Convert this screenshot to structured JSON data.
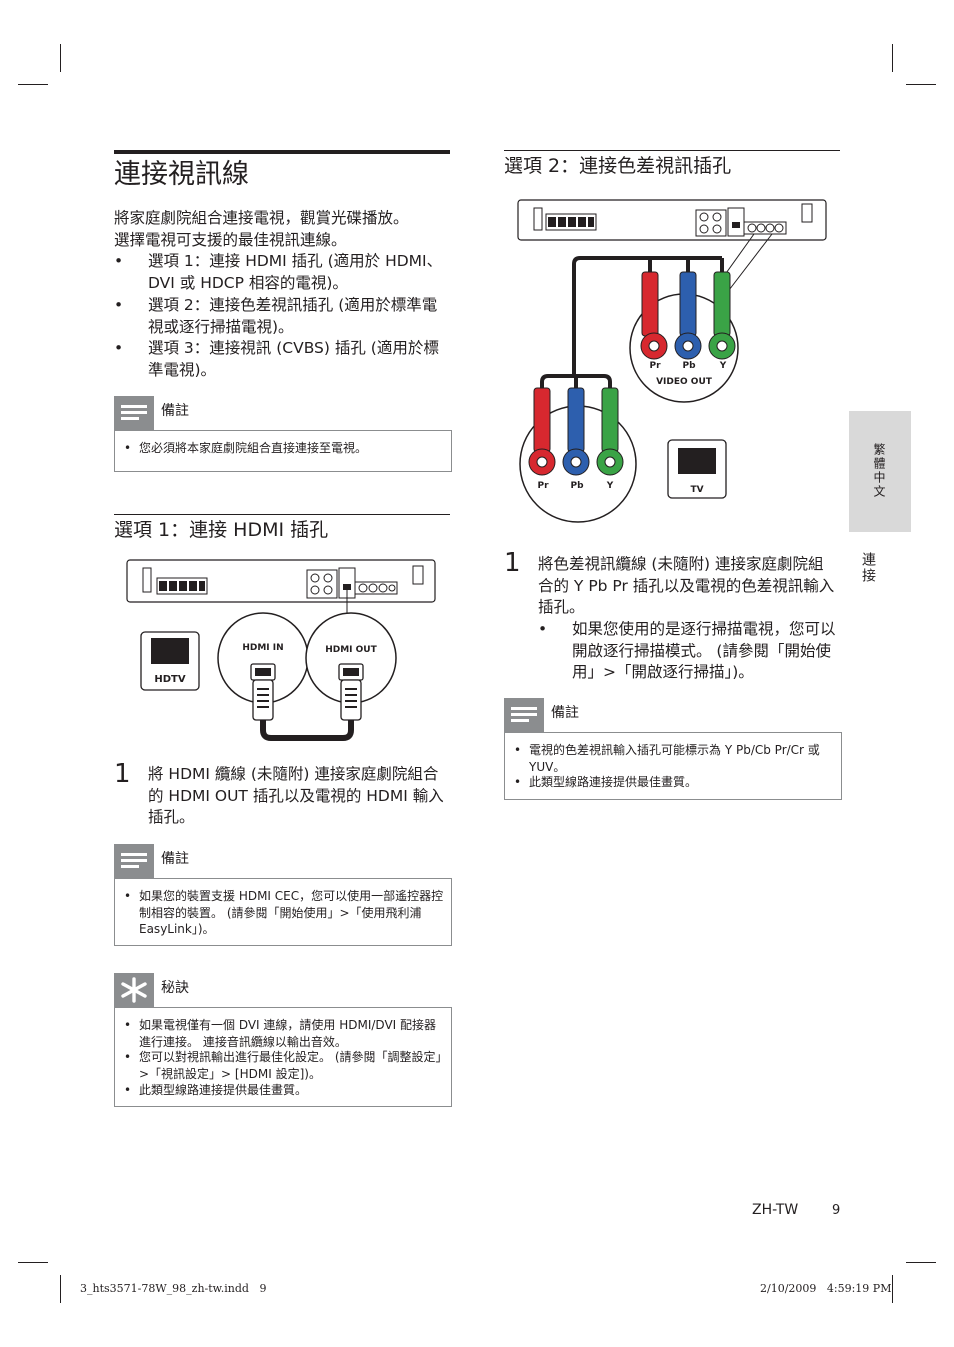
{
  "title": "連接視訊線",
  "intro": "將家庭劇院組合連接電視，觀賞光碟播放。 選擇電視可支援的最佳視訊連線。",
  "options": [
    "選項 1：連接 HDMI 插孔 (適用於 HDMI、DVI 或 HDCP 相容的電視)。",
    "選項 2：連接色差視訊插孔 (適用於標準電視或逐行掃描電視)。",
    "選項 3：連接視訊 (CVBS) 插孔 (適用於標準電視)。"
  ],
  "note_label": "備註",
  "tip_label": "秘訣",
  "note1": "您必須將本家庭劇院組合直接連接至電視。",
  "section1": {
    "heading": "選項 1：連接 HDMI 插孔",
    "diagram": {
      "tv_label": "HDTV",
      "in_label": "HDMI IN",
      "out_label": "HDMI OUT"
    },
    "step_number": "1",
    "step_text": "將 HDMI 纜線 (未隨附) 連接家庭劇院組合的 HDMI OUT 插孔以及電視的 HDMI 輸入插孔。",
    "note": "如果您的裝置支援 HDMI CEC，您可以使用一部遙控器控制相容的裝置。 (請參閱「開始使用」>「使用飛利浦 EasyLink」)。",
    "tips": [
      "如果電視僅有一個 DVI 連線，請使用 HDMI/DVI 配接器進行連接。 連接音訊纜線以輸出音效。",
      "您可以對視訊輸出進行最佳化設定。 (請參閱「調整設定」>「視訊設定」> [HDMI 設定])。",
      "此類型線路連接提供最佳畫質。"
    ]
  },
  "section2": {
    "heading": "選項 2：連接色差視訊插孔",
    "diagram": {
      "video_out": "VIDEO OUT",
      "pr": "Pr",
      "pb": "Pb",
      "y": "Y",
      "tv_label": "TV"
    },
    "step_number": "1",
    "step_text": "將色差視訊纜線 (未隨附) 連接家庭劇院組合的 Y Pb Pr 插孔以及電視的色差視訊輸入插孔。",
    "sub_bullet": "如果您使用的是逐行掃描電視，您可以開啟逐行掃描模式。 (請參閱「開始使用」>「開啟逐行掃描」)。",
    "notes": [
      "電視的色差視訊輸入插孔可能標示為 Y Pb/Cb Pr/Cr 或 YUV。",
      "此類型線路連接提供最佳畫質。"
    ]
  },
  "side_tab": "繁體中文",
  "side_word": "連接",
  "footer": {
    "lang": "ZH-TW",
    "page": "9",
    "file": "3_hts3571-78W_98_zh-tw.indd   9",
    "date": "2/10/2009   4:59:19 PM"
  },
  "colors": {
    "text": "#231f20",
    "note_gray": "#8b8d8f",
    "side_tab": "#d9d9d9",
    "red": "#d7282f",
    "blue": "#2d5fae",
    "green": "#3aa346"
  }
}
